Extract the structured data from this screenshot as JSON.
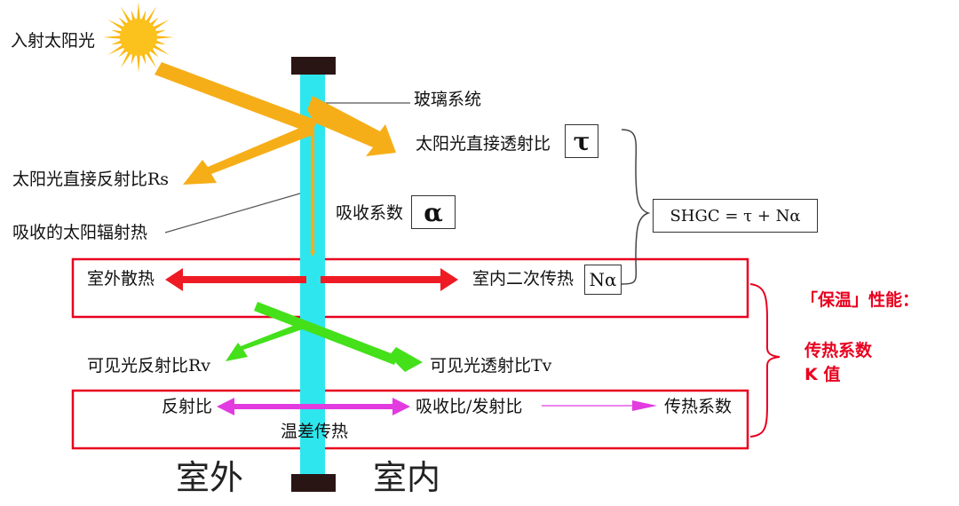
{
  "labels": {
    "incident_sunlight": "入射太阳光",
    "glass_system": "玻璃系统",
    "direct_transmittance": "太阳光直接透射比",
    "direct_reflectance": "太阳光直接反射比Rs",
    "absorption_coefficient": "吸收系数",
    "absorbed_solar_heat": "吸收的太阳辐射热",
    "outdoor_heat_dissipation": "室外散热",
    "indoor_secondary_heat_transfer": "室内二次传热",
    "visible_reflectance": "可见光反射比Rv",
    "visible_transmittance": "可见光透射比Tv",
    "reflectance": "反射比",
    "absorptance_emittance": "吸收比/发射比",
    "heat_transfer_coefficient": "传热系数",
    "temperature_difference_heat": "温差传热",
    "outdoor": "室外",
    "indoor": "室内"
  },
  "symbols": {
    "tau": "τ",
    "alpha": "α",
    "n_alpha": "Nα",
    "shgc_formula": "SHGC = τ + Nα"
  },
  "insulation": {
    "title": "「保温」性能：",
    "line1": "传热系数",
    "line2": "K 值"
  },
  "colors": {
    "sun": "#fbb812",
    "solar_arrow": "#f6ae18",
    "glass": "#2ee6ee",
    "glass_cap": "#2a1515",
    "heat_arrow": "#ee1b24",
    "visible_arrow": "#44e01a",
    "magenta_arrow": "#e23be0",
    "frame_red": "#e8001f"
  }
}
